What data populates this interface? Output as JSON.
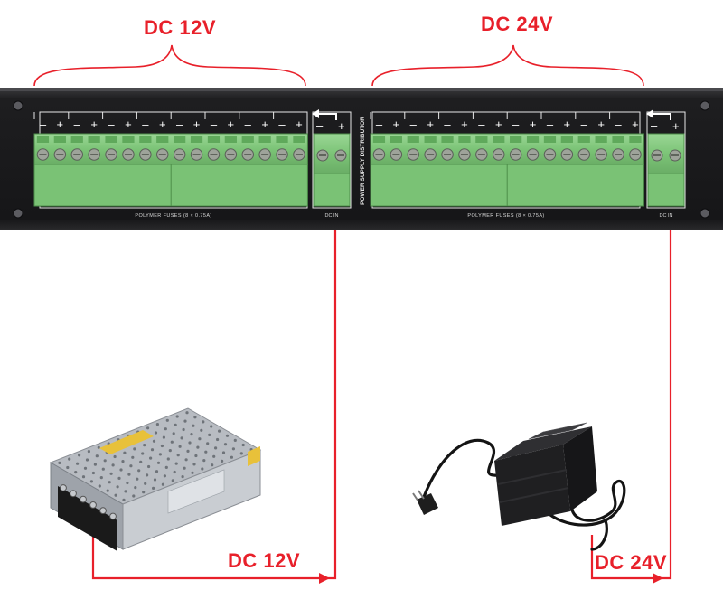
{
  "labels": {
    "top_left": "DC 12V",
    "top_right": "DC 24V",
    "bottom_left": "DC 12V",
    "bottom_right": "DC 24V"
  },
  "panel": {
    "vertical_text": "POWER SUPPLY DISTRIBUTOR",
    "left_fuse_text": "POLYMER FUSES (8 × 0.75A)",
    "right_fuse_text": "POLYMER FUSES (8 × 0.75A)",
    "left_dcin_text": "DC IN",
    "right_dcin_text": "DC IN",
    "minus_sign": "–",
    "plus_sign": "+",
    "output_channels_per_side": 8
  },
  "colors": {
    "accent_red": "#e8202a",
    "panel_black": "#1b1b1d",
    "terminal_green": "#7fc77a"
  }
}
